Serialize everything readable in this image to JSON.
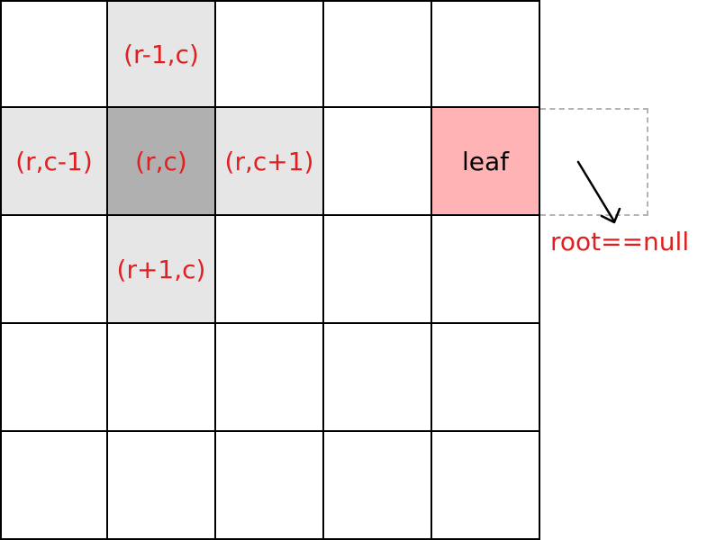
{
  "grid": {
    "rows": 5,
    "cols": 5,
    "cells": [
      {
        "row": 0,
        "col": 1,
        "label": "(r-1,c)",
        "shade": "light"
      },
      {
        "row": 1,
        "col": 0,
        "label": "(r,c-1)",
        "shade": "light"
      },
      {
        "row": 1,
        "col": 1,
        "label": "(r,c)",
        "shade": "dark"
      },
      {
        "row": 1,
        "col": 2,
        "label": "(r,c+1)",
        "shade": "light"
      },
      {
        "row": 1,
        "col": 4,
        "label": "leaf",
        "shade": "leaf"
      },
      {
        "row": 2,
        "col": 1,
        "label": "(r+1,c)",
        "shade": "light"
      }
    ]
  },
  "annotation": {
    "label": "root==null"
  },
  "colors": {
    "label_red": "#e02020",
    "neighbor_fill": "#e6e6e6",
    "center_fill": "#b0b0b0",
    "leaf_fill": "#ffb3b5",
    "dashed_border": "#b3b3b3"
  }
}
